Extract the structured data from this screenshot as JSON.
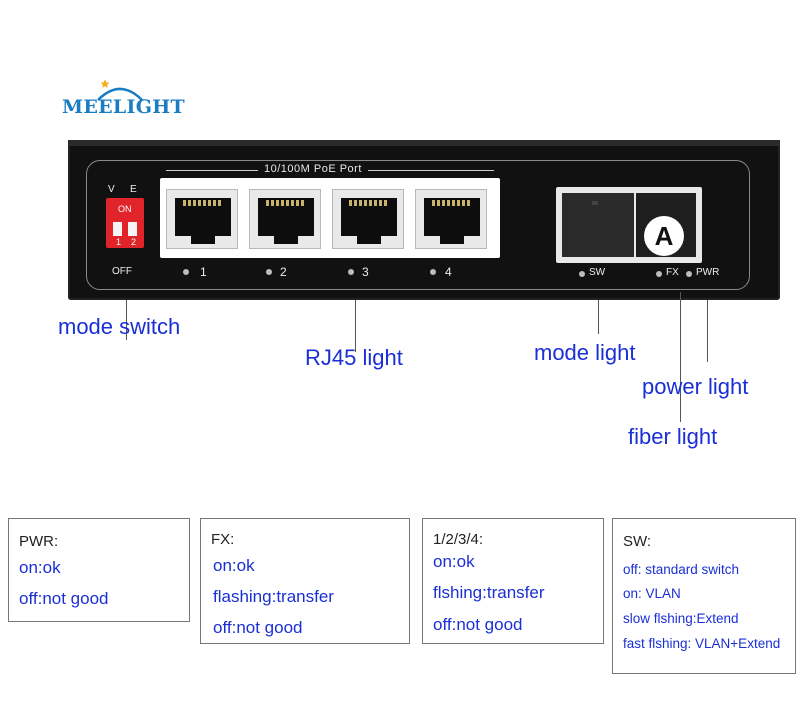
{
  "brand": {
    "logo_text": "MEELIGHT"
  },
  "device": {
    "port_header": "10/100M PoE Port",
    "dip": {
      "on": "ON",
      "pos1": "1",
      "pos2": "2",
      "v": "V",
      "e": "E",
      "off": "OFF"
    },
    "port_numbers": [
      "1",
      "2",
      "3",
      "4"
    ],
    "sw_label": "SW",
    "fx_label": "FX",
    "pwr_label": "PWR",
    "fiber_badge": "A"
  },
  "callouts": {
    "mode_switch": "mode switch",
    "rj45_light": "RJ45 light",
    "mode_light": "mode light",
    "power_light": "power light",
    "fiber_light": "fiber light"
  },
  "legend": [
    {
      "heading": "PWR:",
      "lines": [
        "on:ok",
        "off:not good"
      ]
    },
    {
      "heading": "FX:",
      "lines": [
        "on:ok",
        "flashing:transfer",
        "off:not good"
      ]
    },
    {
      "heading": "1/2/3/4:",
      "lines": [
        "on:ok",
        "flshing:transfer",
        "off:not good"
      ]
    },
    {
      "heading": "SW:",
      "lines": [
        "off: standard switch",
        "on: VLAN",
        "slow flshing:Extend",
        "fast flshing: VLAN+Extend"
      ]
    }
  ],
  "colors": {
    "callout_text": "#1a2fd6",
    "logo": "#1a7dc2",
    "dip_switch": "#e0242a",
    "device_body": "#111111"
  }
}
